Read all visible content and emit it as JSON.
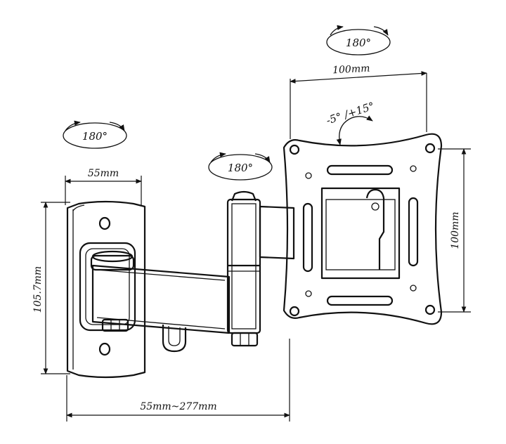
{
  "labels": {
    "rot_top": "180°",
    "rot_left": "180°",
    "rot_mid": "180°",
    "dim_plate_width": "100mm",
    "dim_plate_height": "100mm",
    "tilt": "-5° /+15°",
    "dim_wall_width": "55mm",
    "dim_wall_height": "105.7mm",
    "dim_extension": "55mm~277mm"
  }
}
